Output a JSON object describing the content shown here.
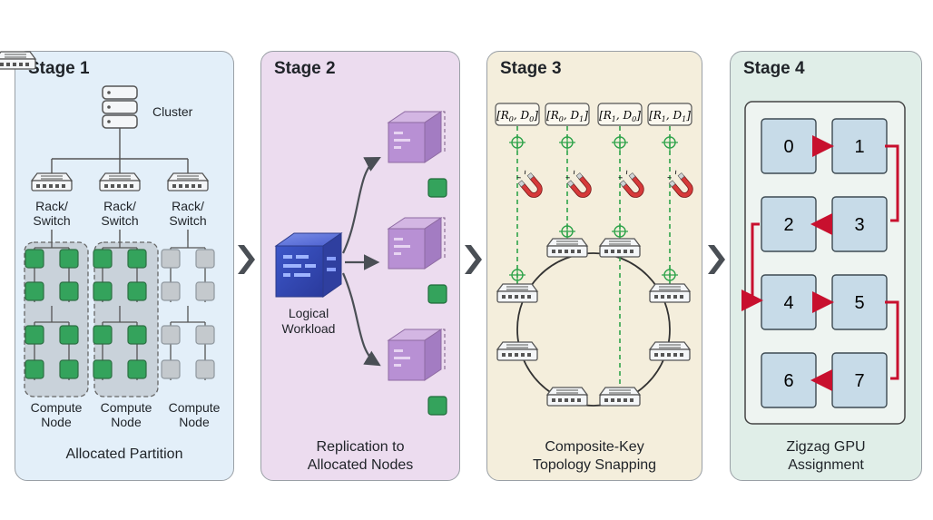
{
  "stages": [
    {
      "title": "Stage 1",
      "caption": [
        "Allocated Partition"
      ]
    },
    {
      "title": "Stage 2",
      "caption": [
        "Replication to",
        "Allocated Nodes"
      ]
    },
    {
      "title": "Stage 3",
      "caption": [
        "Composite-Key",
        "Topology Snapping"
      ]
    },
    {
      "title": "Stage 4",
      "caption": [
        "Zigzag GPU",
        "Assignment"
      ]
    }
  ],
  "stage1": {
    "cluster_label": "Cluster",
    "switch_label": [
      "Rack/",
      "Switch"
    ],
    "node_label": [
      "Compute",
      "Node"
    ]
  },
  "stage2": {
    "workload_label": [
      "Logical",
      "Workload"
    ]
  },
  "stage3": {
    "keys": [
      {
        "r": "R",
        "rsub": "0",
        "d": "D",
        "dsub": "0"
      },
      {
        "r": "R",
        "rsub": "0",
        "d": "D",
        "dsub": "1"
      },
      {
        "r": "R",
        "rsub": "1",
        "d": "D",
        "dsub": "0"
      },
      {
        "r": "R",
        "rsub": "1",
        "d": "D",
        "dsub": "1"
      }
    ]
  },
  "stage4": {
    "gpus": [
      "0",
      "1",
      "2",
      "3",
      "4",
      "5",
      "6",
      "7"
    ]
  },
  "colors": {
    "stage1_bg": "#e3eff9",
    "stage2_bg": "#ecdcef",
    "stage3_bg": "#f4eedc",
    "stage4_bg": "#e0eee8",
    "node_green": "#34a35c",
    "node_gray": "#c4c9cd",
    "zigzag_red": "#c8102e",
    "snap_green": "#2ea34a",
    "gpu_box": "#c7dbe8"
  }
}
